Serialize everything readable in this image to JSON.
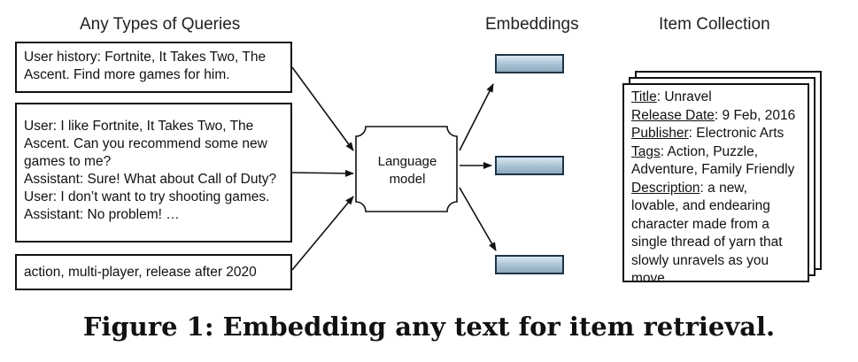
{
  "headings": {
    "queries": "Any Types of Queries",
    "embeddings": "Embeddings",
    "items": "Item Collection"
  },
  "queries": [
    {
      "lines": [
        "User history: Fortnite, It Takes Two, The",
        "Ascent. Find more games for him."
      ]
    },
    {
      "lines": [
        "User: I like Fortnite, It Takes Two, The",
        "Ascent. Can you recommend some new",
        "games to me?",
        "Assistant: Sure! What about Call of Duty?",
        "User: I don’t want to try shooting games.",
        "Assistant: No problem! …"
      ]
    },
    {
      "lines": [
        "action, multi-player, release after 2020"
      ]
    }
  ],
  "model": {
    "line1": "Language",
    "line2": "model"
  },
  "item": [
    {
      "key": "Title",
      "value": ": Unravel"
    },
    {
      "key": "Release Date",
      "value": ": 9 Feb, 2016"
    },
    {
      "key": "Publisher",
      "value": ": Electronic Arts"
    },
    {
      "key": "Tags",
      "value": ": Action, Puzzle,"
    },
    {
      "key": "",
      "value": "Adventure, Family Friendly"
    },
    {
      "key": "Description",
      "value": ": a new,"
    },
    {
      "key": "",
      "value": "lovable, and endearing"
    },
    {
      "key": "",
      "value": "character made from a"
    },
    {
      "key": "",
      "value": "single thread of yarn that"
    },
    {
      "key": "",
      "value": "slowly unravels as you"
    },
    {
      "key": "",
      "value": "move …"
    }
  ],
  "caption": "Figure 1: Embedding any text for item retrieval."
}
